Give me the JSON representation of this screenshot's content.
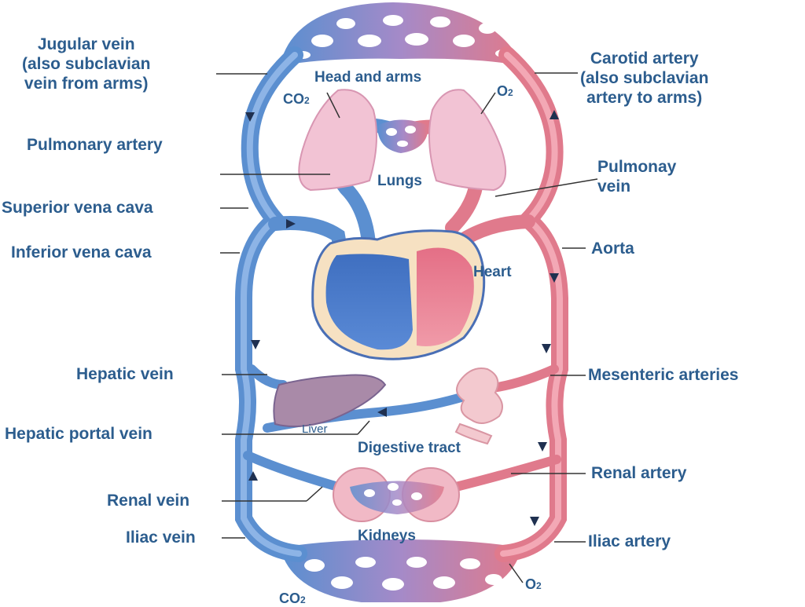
{
  "labels_left": {
    "jugular_line1": "Jugular vein",
    "jugular_line2": "(also subclavian",
    "jugular_line3": "vein from arms)",
    "pulmonary_artery": "Pulmonary artery",
    "superior_vena_cava": "Superior vena cava",
    "inferior_vena_cava": "Inferior vena cava",
    "hepatic_vein": "Hepatic vein",
    "hepatic_portal_vein": "Hepatic portal vein",
    "renal_vein": "Renal vein",
    "iliac_vein": "Iliac vein"
  },
  "labels_right": {
    "carotid_line1": "Carotid artery",
    "carotid_line2": "(also subclavian",
    "carotid_line3": "artery to arms)",
    "pulmonary_vein_line1": "Pulmonay",
    "pulmonary_vein_line2": "vein",
    "aorta": "Aorta",
    "mesenteric_arteries": "Mesenteric arteries",
    "renal_artery": "Renal artery",
    "iliac_artery": "Iliac artery"
  },
  "organs": {
    "head_and_arms": "Head and arms",
    "lungs": "Lungs",
    "heart": "Heart",
    "liver": "Liver",
    "digestive_tract": "Digestive tract",
    "kidneys": "Kidneys"
  },
  "gases": {
    "co2_top": "CO",
    "o2_top": "O",
    "o2_bottom": "O",
    "co2_bottom": "CO",
    "sub_2": "2"
  },
  "colors": {
    "vein_blue": "#5b8fd0",
    "artery_red": "#e07a8c",
    "label_text": "#2c5d8e"
  }
}
